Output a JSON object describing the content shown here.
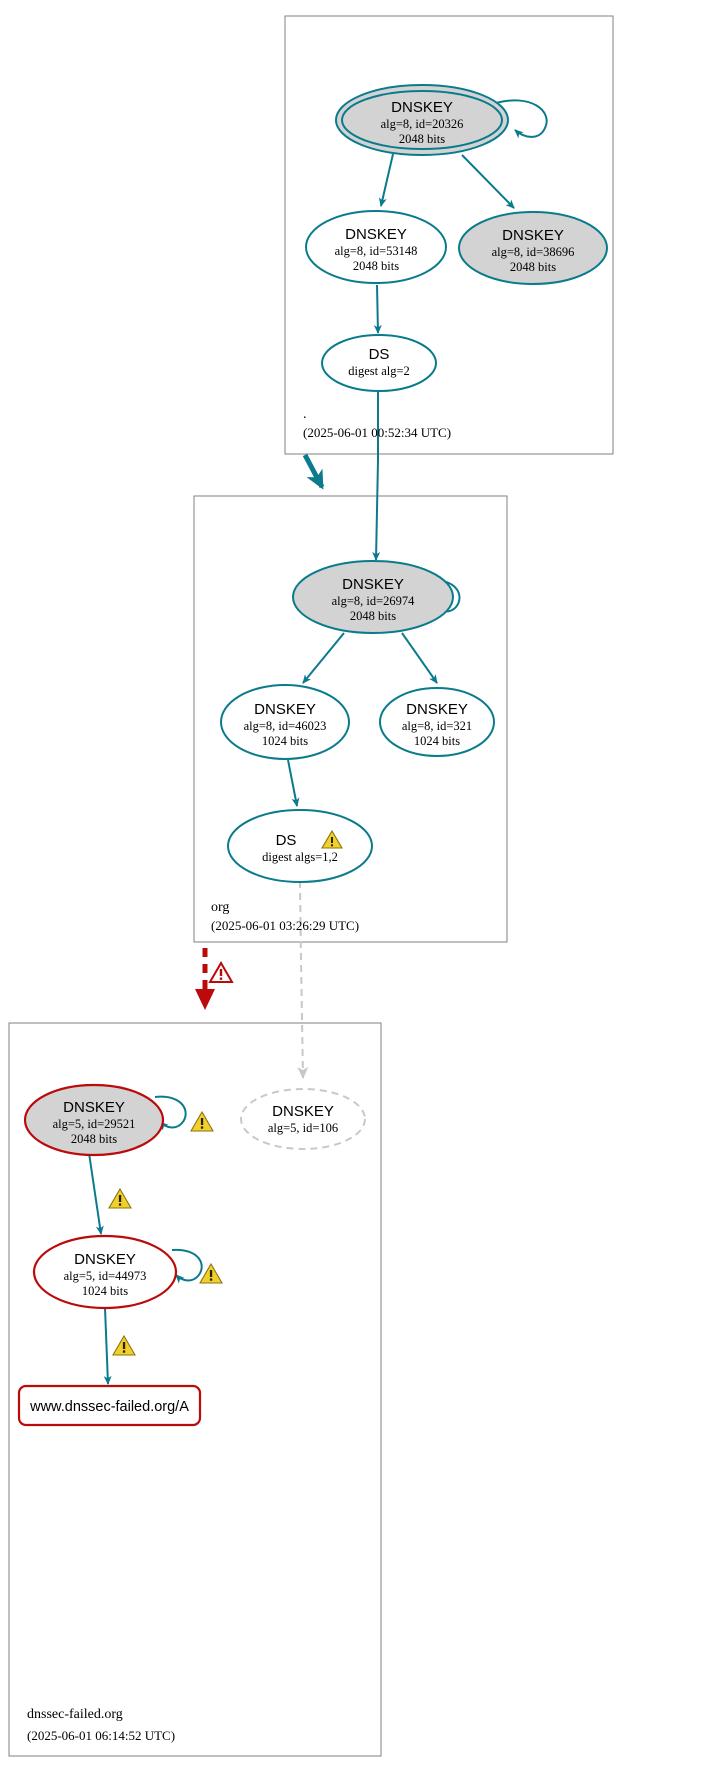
{
  "diagram": {
    "title": "DNSSEC authentication chain",
    "colors": {
      "secure": "#0a7b8c",
      "bogus": "#bb0a0a",
      "insecure_gray": "#c8c8c8",
      "warning_yellow": "#f2d02c",
      "zone_border": "#808080",
      "ksk_fill": "#d3d3d3"
    }
  },
  "zones": [
    {
      "id": "root",
      "name": ".",
      "timestamp": "(2025-06-01 00:52:34 UTC)",
      "nodes": [
        {
          "id": "root-ksk-20326",
          "type": "DNSKEY",
          "title": "DNSKEY",
          "line2": "alg=8, id=20326",
          "line3": "2048 bits",
          "role": "ksk",
          "status": "secure",
          "self_signed": true
        },
        {
          "id": "root-zsk-53148",
          "type": "DNSKEY",
          "title": "DNSKEY",
          "line2": "alg=8, id=53148",
          "line3": "2048 bits",
          "role": "zsk",
          "status": "secure",
          "self_signed": false
        },
        {
          "id": "root-ksk-38696",
          "type": "DNSKEY",
          "title": "DNSKEY",
          "line2": "alg=8, id=38696",
          "line3": "2048 bits",
          "role": "ksk",
          "status": "secure",
          "self_signed": false
        },
        {
          "id": "root-ds-org",
          "type": "DS",
          "title": "DS",
          "line2": "digest alg=2",
          "line3": "",
          "role": "ds",
          "status": "secure",
          "self_signed": false
        }
      ]
    },
    {
      "id": "org",
      "name": "org",
      "timestamp": "(2025-06-01 03:26:29 UTC)",
      "nodes": [
        {
          "id": "org-ksk-26974",
          "type": "DNSKEY",
          "title": "DNSKEY",
          "line2": "alg=8, id=26974",
          "line3": "2048 bits",
          "role": "ksk",
          "status": "secure",
          "self_signed": true
        },
        {
          "id": "org-zsk-46023",
          "type": "DNSKEY",
          "title": "DNSKEY",
          "line2": "alg=8, id=46023",
          "line3": "1024 bits",
          "role": "zsk",
          "status": "secure",
          "self_signed": false
        },
        {
          "id": "org-zsk-321",
          "type": "DNSKEY",
          "title": "DNSKEY",
          "line2": "alg=8, id=321",
          "line3": "1024 bits",
          "role": "zsk",
          "status": "secure",
          "self_signed": false
        },
        {
          "id": "org-ds-dnssecfailed",
          "type": "DS",
          "title": "DS",
          "line2": "digest algs=1,2",
          "line3": "",
          "role": "ds",
          "status": "secure",
          "warning": true,
          "self_signed": false
        }
      ]
    },
    {
      "id": "dnssec-failed",
      "name": "dnssec-failed.org",
      "timestamp": "(2025-06-01 06:14:52 UTC)",
      "nodes": [
        {
          "id": "df-ksk-29521",
          "type": "DNSKEY",
          "title": "DNSKEY",
          "line2": "alg=5, id=29521",
          "line3": "2048 bits",
          "role": "ksk",
          "status": "bogus",
          "warning": true,
          "self_signed": true
        },
        {
          "id": "df-key-106",
          "type": "DNSKEY",
          "title": "DNSKEY",
          "line2": "alg=5, id=106",
          "line3": "",
          "role": "insecure",
          "status": "insecure",
          "self_signed": false
        },
        {
          "id": "df-zsk-44973",
          "type": "DNSKEY",
          "title": "DNSKEY",
          "line2": "alg=5, id=44973",
          "line3": "1024 bits",
          "role": "zsk",
          "status": "bogus",
          "warning": true,
          "self_signed": true
        },
        {
          "id": "df-rrset-a",
          "type": "RRset",
          "title": "www.dnssec-failed.org/A",
          "line2": "",
          "line3": "",
          "role": "rrset",
          "status": "bogus",
          "self_signed": false
        }
      ]
    }
  ],
  "icons": {
    "warning": "warning-triangle-icon",
    "error": "error-triangle-icon"
  }
}
